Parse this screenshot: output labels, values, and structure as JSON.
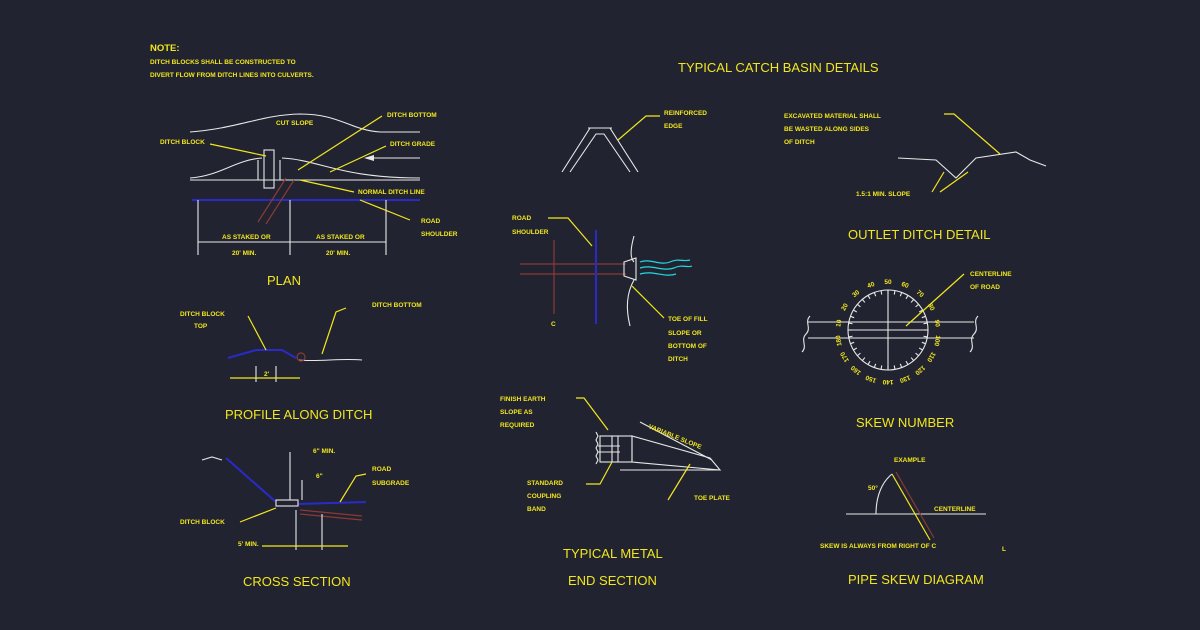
{
  "colors": {
    "background": "#212430",
    "text": "#f2e61e",
    "line": "#e8e8e8",
    "road": "#2a2ac8",
    "pipe": "#8a3a34",
    "water": "#22d8e0"
  },
  "note": {
    "heading": "NOTE:",
    "line1": "DITCH BLOCKS SHALL BE CONSTRUCTED TO",
    "line2": "DIVERT FLOW FROM DITCH LINES INTO CULVERTS."
  },
  "titles": {
    "catch_basin": "TYPICAL CATCH BASIN DETAILS",
    "plan": "PLAN",
    "profile": "PROFILE ALONG DITCH",
    "cross_section": "CROSS SECTION",
    "end_section_1": "TYPICAL METAL",
    "end_section_2": "END SECTION",
    "outlet": "OUTLET DITCH DETAIL",
    "skew": "SKEW NUMBER",
    "pipe_skew": "PIPE SKEW DIAGRAM"
  },
  "plan": {
    "cut_slope": "CUT SLOPE",
    "ditch_bottom": "DITCH BOTTOM",
    "ditch_block": "DITCH BLOCK",
    "ditch_grade": "DITCH GRADE",
    "normal_ditch_line": "NORMAL DITCH LINE",
    "road_1": "ROAD",
    "road_2": "SHOULDER",
    "dim_left_1": "AS STAKED OR",
    "dim_left_2": "20' MIN.",
    "dim_right_1": "AS STAKED OR",
    "dim_right_2": "20' MIN."
  },
  "profile": {
    "ditch_block_1": "DITCH BLOCK",
    "ditch_block_2": "TOP",
    "ditch_bottom": "DITCH BOTTOM",
    "dim": "2'"
  },
  "cross": {
    "min6": "6\" MIN.",
    "six": "6\"",
    "road_1": "ROAD",
    "road_2": "SUBGRADE",
    "ditch_block": "DITCH BLOCK",
    "min5": "5' MIN."
  },
  "catch": {
    "reinforced_1": "REINFORCED",
    "reinforced_2": "EDGE",
    "road_1": "ROAD",
    "road_2": "SHOULDER",
    "cl": "C",
    "toe_1": "TOE OF FILL",
    "toe_2": "SLOPE OR",
    "toe_3": "BOTTOM OF",
    "toe_4": "DITCH"
  },
  "end": {
    "finish_1": "FINISH EARTH",
    "finish_2": "SLOPE AS",
    "finish_3": "REQUIRED",
    "variable": "VARIABLE SLOPE",
    "coupling_1": "STANDARD",
    "coupling_2": "COUPLING",
    "coupling_3": "BAND",
    "toe_plate": "TOE PLATE"
  },
  "outlet": {
    "excavated_1": "EXCAVATED MATERIAL SHALL",
    "excavated_2": "BE WASTED ALONG SIDES",
    "excavated_3": "OF DITCH",
    "slope": "1.5:1 MIN. SLOPE"
  },
  "skew": {
    "centerline_1": "CENTERLINE",
    "centerline_2": "OF ROAD",
    "numbers": [
      "10",
      "20",
      "30",
      "40",
      "50",
      "60",
      "70",
      "80",
      "90",
      "100",
      "110",
      "120",
      "130",
      "140",
      "150",
      "160",
      "170",
      "180"
    ]
  },
  "pipe_skew": {
    "example": "EXAMPLE",
    "angle": "50°",
    "centerline": "CENTERLINE",
    "note": "SKEW IS ALWAYS FROM RIGHT OF C",
    "l": "L"
  }
}
